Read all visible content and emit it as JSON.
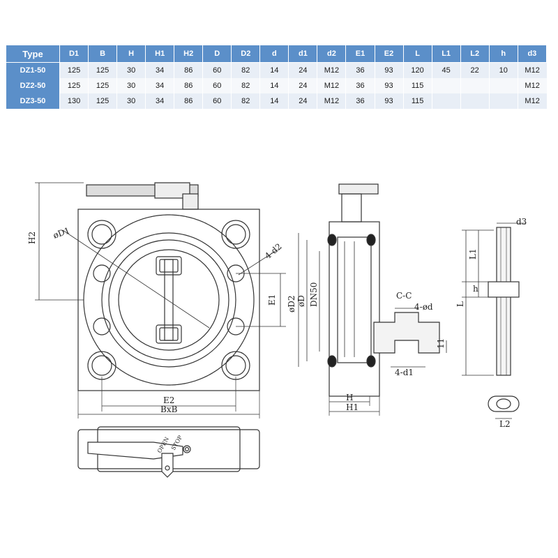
{
  "table": {
    "headers": [
      "Type",
      "D1",
      "B",
      "H",
      "H1",
      "H2",
      "D",
      "D2",
      "d",
      "d1",
      "d2",
      "E1",
      "E2",
      "L",
      "L1",
      "L2",
      "h",
      "d3"
    ],
    "rows": [
      [
        "DZ1-50",
        "125",
        "125",
        "30",
        "34",
        "86",
        "60",
        "82",
        "14",
        "24",
        "M12",
        "36",
        "93",
        "120",
        "45",
        "22",
        "10",
        "M12"
      ],
      [
        "DZ2-50",
        "125",
        "125",
        "30",
        "34",
        "86",
        "60",
        "82",
        "14",
        "24",
        "M12",
        "36",
        "93",
        "115",
        "",
        "",
        "",
        "M12"
      ],
      [
        "DZ3-50",
        "130",
        "125",
        "30",
        "34",
        "86",
        "60",
        "82",
        "14",
        "24",
        "M12",
        "36",
        "93",
        "115",
        "",
        "",
        "",
        "M12"
      ]
    ]
  },
  "labels": {
    "H2": "H2",
    "D1": "øD1",
    "d2": "4-d2",
    "E1": "E1",
    "E2": "E2",
    "BxB": "BxB",
    "D2": "øD2",
    "D": "øD",
    "DN": "DN50",
    "H": "H",
    "H1": "H1",
    "CC": "C-C",
    "d": "4-ød",
    "d1": "4-d1",
    "h11": "11",
    "d3": "d3",
    "L1": "L1",
    "h": "h",
    "L": "L",
    "L2": "L2",
    "open": "OPEN",
    "stop": "STOP"
  },
  "colors": {
    "header": "#5b8fc9",
    "row_light": "#e8eef6",
    "row_lighter": "#f6f8fb",
    "line": "#333333"
  }
}
